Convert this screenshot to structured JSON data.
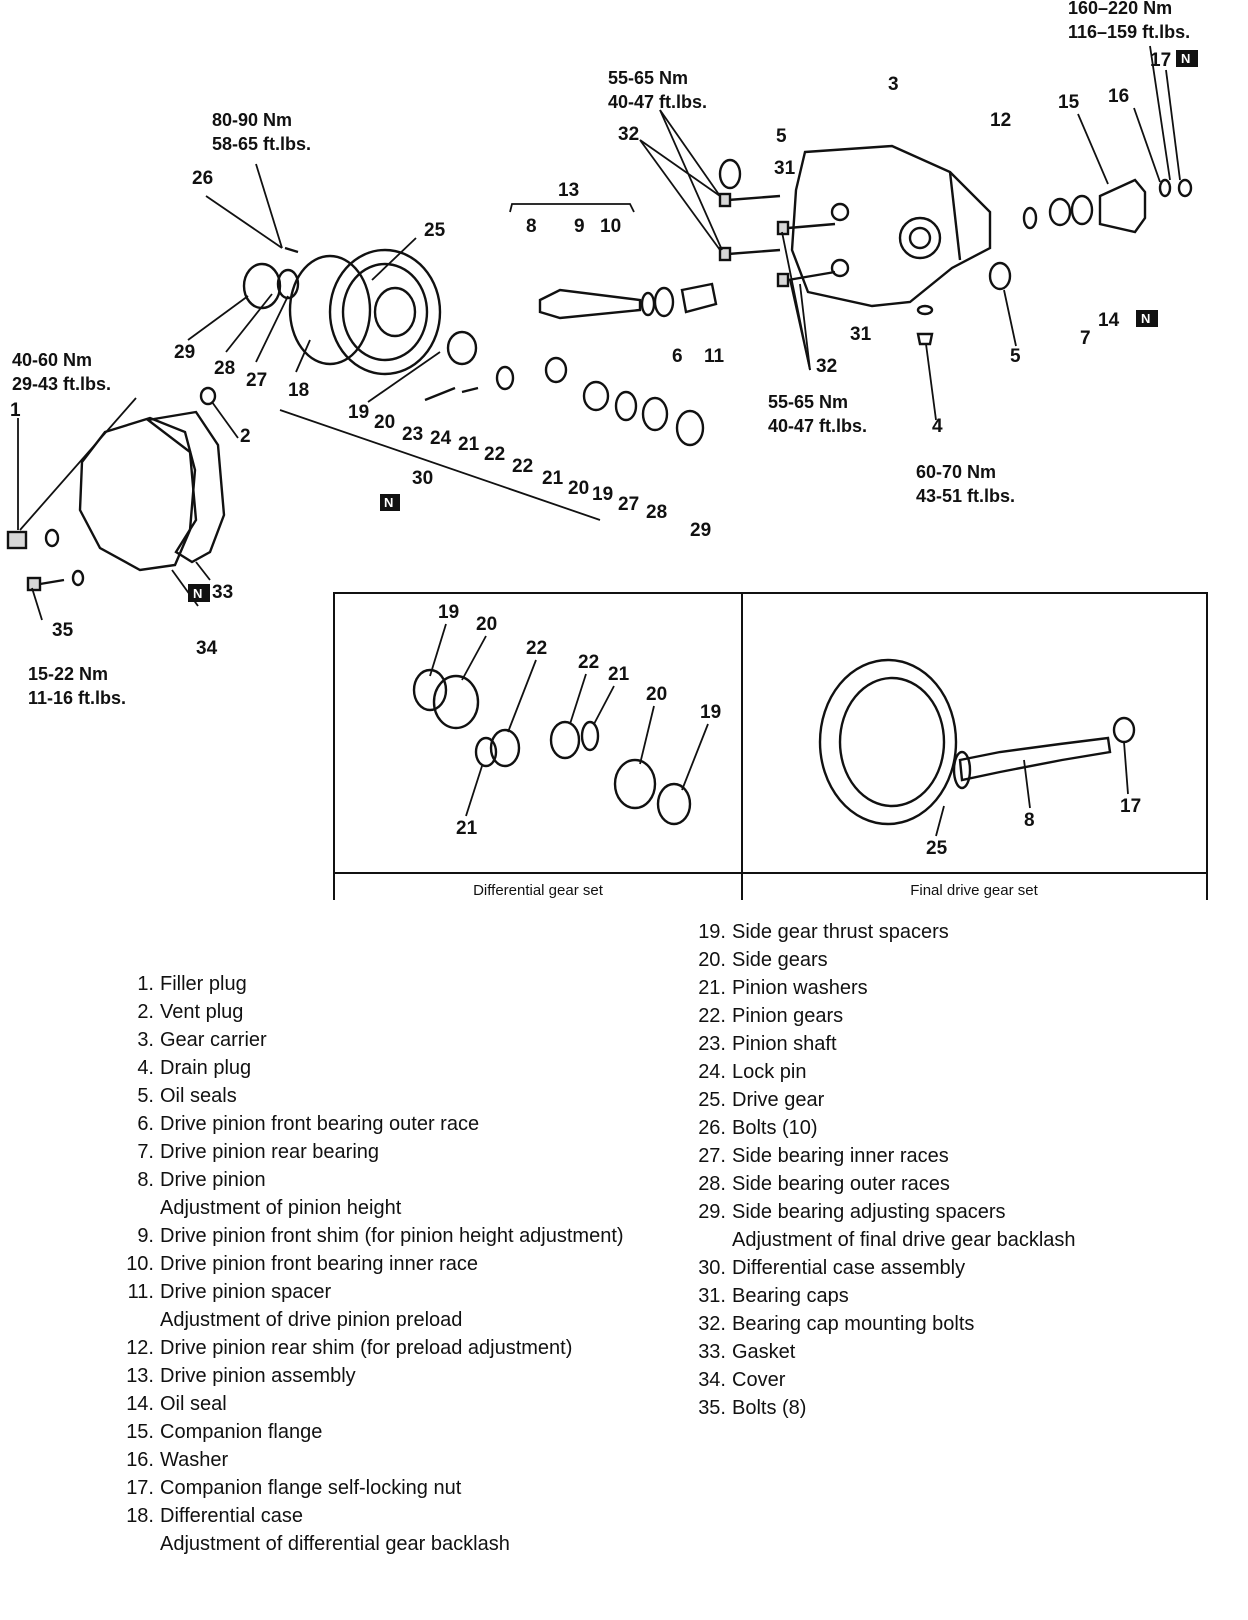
{
  "torques": {
    "companion_nut": [
      "160–220 Nm",
      "116–159 ft.lbs."
    ],
    "cap_bolts_top": [
      "55-65 Nm",
      "40-47 ft.lbs."
    ],
    "drive_gear_bolts": [
      "80-90 Nm",
      "58-65 ft.lbs."
    ],
    "filler_plug": [
      "40-60 Nm",
      "29-43 ft.lbs."
    ],
    "cap_bolts_bottom": [
      "55-65 Nm",
      "40-47 ft.lbs."
    ],
    "drain_plug": [
      "60-70 Nm",
      "43-51 ft.lbs."
    ],
    "cover_bolts": [
      "15-22 Nm",
      "11-16 ft.lbs."
    ]
  },
  "badge_text": "N",
  "callouts": {
    "c1": "1",
    "c2": "2",
    "c3": "3",
    "c4": "4",
    "c5a": "5",
    "c5b": "5",
    "c6": "6",
    "c7": "7",
    "c8": "8",
    "c9": "9",
    "c10": "10",
    "c11": "11",
    "c12": "12",
    "c13": "13",
    "c14": "14",
    "c15": "15",
    "c16": "16",
    "c17": "17",
    "c18": "18",
    "c19a": "19",
    "c19b": "19",
    "c20a": "20",
    "c20b": "20",
    "c21a": "21",
    "c21b": "21",
    "c22a": "22",
    "c22b": "22",
    "c23": "23",
    "c24": "24",
    "c25": "25",
    "c26": "26",
    "c27a": "27",
    "c27b": "27",
    "c28a": "28",
    "c28b": "28",
    "c29a": "29",
    "c29b": "29",
    "c30": "30",
    "c31a": "31",
    "c31b": "31",
    "c32a": "32",
    "c32b": "32",
    "c33": "33",
    "c34": "34",
    "c35": "35"
  },
  "insets": {
    "diff": {
      "caption": "Differential gear set",
      "labels": {
        "l19a": "19",
        "l20a": "20",
        "l22a": "22",
        "l22b": "22",
        "l21a": "21",
        "l20b": "20",
        "l19b": "19",
        "l21b": "21"
      }
    },
    "final": {
      "caption": "Final drive gear set",
      "labels": {
        "l17": "17",
        "l8": "8",
        "l25": "25"
      }
    }
  },
  "legend_left": [
    {
      "num": "1.",
      "text": "Filler plug"
    },
    {
      "num": "2.",
      "text": "Vent plug"
    },
    {
      "num": "3.",
      "text": "Gear carrier"
    },
    {
      "num": "4.",
      "text": "Drain plug"
    },
    {
      "num": "5.",
      "text": "Oil seals"
    },
    {
      "num": "6.",
      "text": "Drive pinion front bearing outer race"
    },
    {
      "num": "7.",
      "text": "Drive pinion rear bearing"
    },
    {
      "num": "8.",
      "text": "Drive pinion"
    },
    {
      "num": "",
      "text": "Adjustment of pinion height"
    },
    {
      "num": "9.",
      "text": "Drive pinion front shim (for pinion height adjustment)"
    },
    {
      "num": "10.",
      "text": "Drive pinion front bearing inner race"
    },
    {
      "num": "11.",
      "text": "Drive pinion spacer"
    },
    {
      "num": "",
      "text": "Adjustment of drive pinion preload"
    },
    {
      "num": "12.",
      "text": "Drive pinion rear shim (for preload adjustment)"
    },
    {
      "num": "13.",
      "text": "Drive pinion assembly"
    },
    {
      "num": "14.",
      "text": "Oil seal"
    },
    {
      "num": "15.",
      "text": "Companion flange"
    },
    {
      "num": "16.",
      "text": "Washer"
    },
    {
      "num": "17.",
      "text": "Companion flange self-locking nut"
    },
    {
      "num": "18.",
      "text": "Differential case"
    },
    {
      "num": "",
      "text": "Adjustment of differential gear backlash"
    }
  ],
  "legend_right": [
    {
      "num": "19.",
      "text": "Side gear thrust spacers"
    },
    {
      "num": "20.",
      "text": "Side gears"
    },
    {
      "num": "21.",
      "text": "Pinion washers"
    },
    {
      "num": "22.",
      "text": "Pinion gears"
    },
    {
      "num": "23.",
      "text": "Pinion shaft"
    },
    {
      "num": "24.",
      "text": "Lock pin"
    },
    {
      "num": "25.",
      "text": "Drive gear"
    },
    {
      "num": "26.",
      "text": "Bolts (10)"
    },
    {
      "num": "27.",
      "text": "Side bearing inner races"
    },
    {
      "num": "28.",
      "text": "Side bearing outer races"
    },
    {
      "num": "29.",
      "text": "Side bearing adjusting spacers"
    },
    {
      "num": "",
      "text": "Adjustment of final drive gear backlash"
    },
    {
      "num": "30.",
      "text": "Differential case assembly"
    },
    {
      "num": "31.",
      "text": "Bearing caps"
    },
    {
      "num": "32.",
      "text": "Bearing cap mounting bolts"
    },
    {
      "num": "33.",
      "text": "Gasket"
    },
    {
      "num": "34.",
      "text": "Cover"
    },
    {
      "num": "35.",
      "text": "Bolts (8)"
    }
  ]
}
